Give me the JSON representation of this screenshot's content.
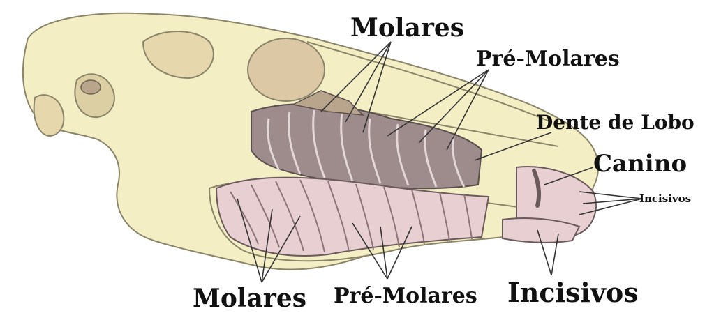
{
  "labels": {
    "molares_top": "Molares",
    "premolares_top": "Pré-Molares",
    "dente_de_lobo": "Dente de Lobo",
    "canino": "Canino",
    "incisivos_small": "Incisivos",
    "molares_bottom": "Molares",
    "premolares_bottom": "Pré-Molares",
    "incisivos_bottom": "Incisivos"
  },
  "colors": {
    "bone": "#f3eec4",
    "bone_outline": "#8a8468",
    "upper_teeth": "#9e8c8c",
    "lower_teeth": "#e7cfd2",
    "dark_accent": "#b9a58c",
    "text": "#111111"
  }
}
